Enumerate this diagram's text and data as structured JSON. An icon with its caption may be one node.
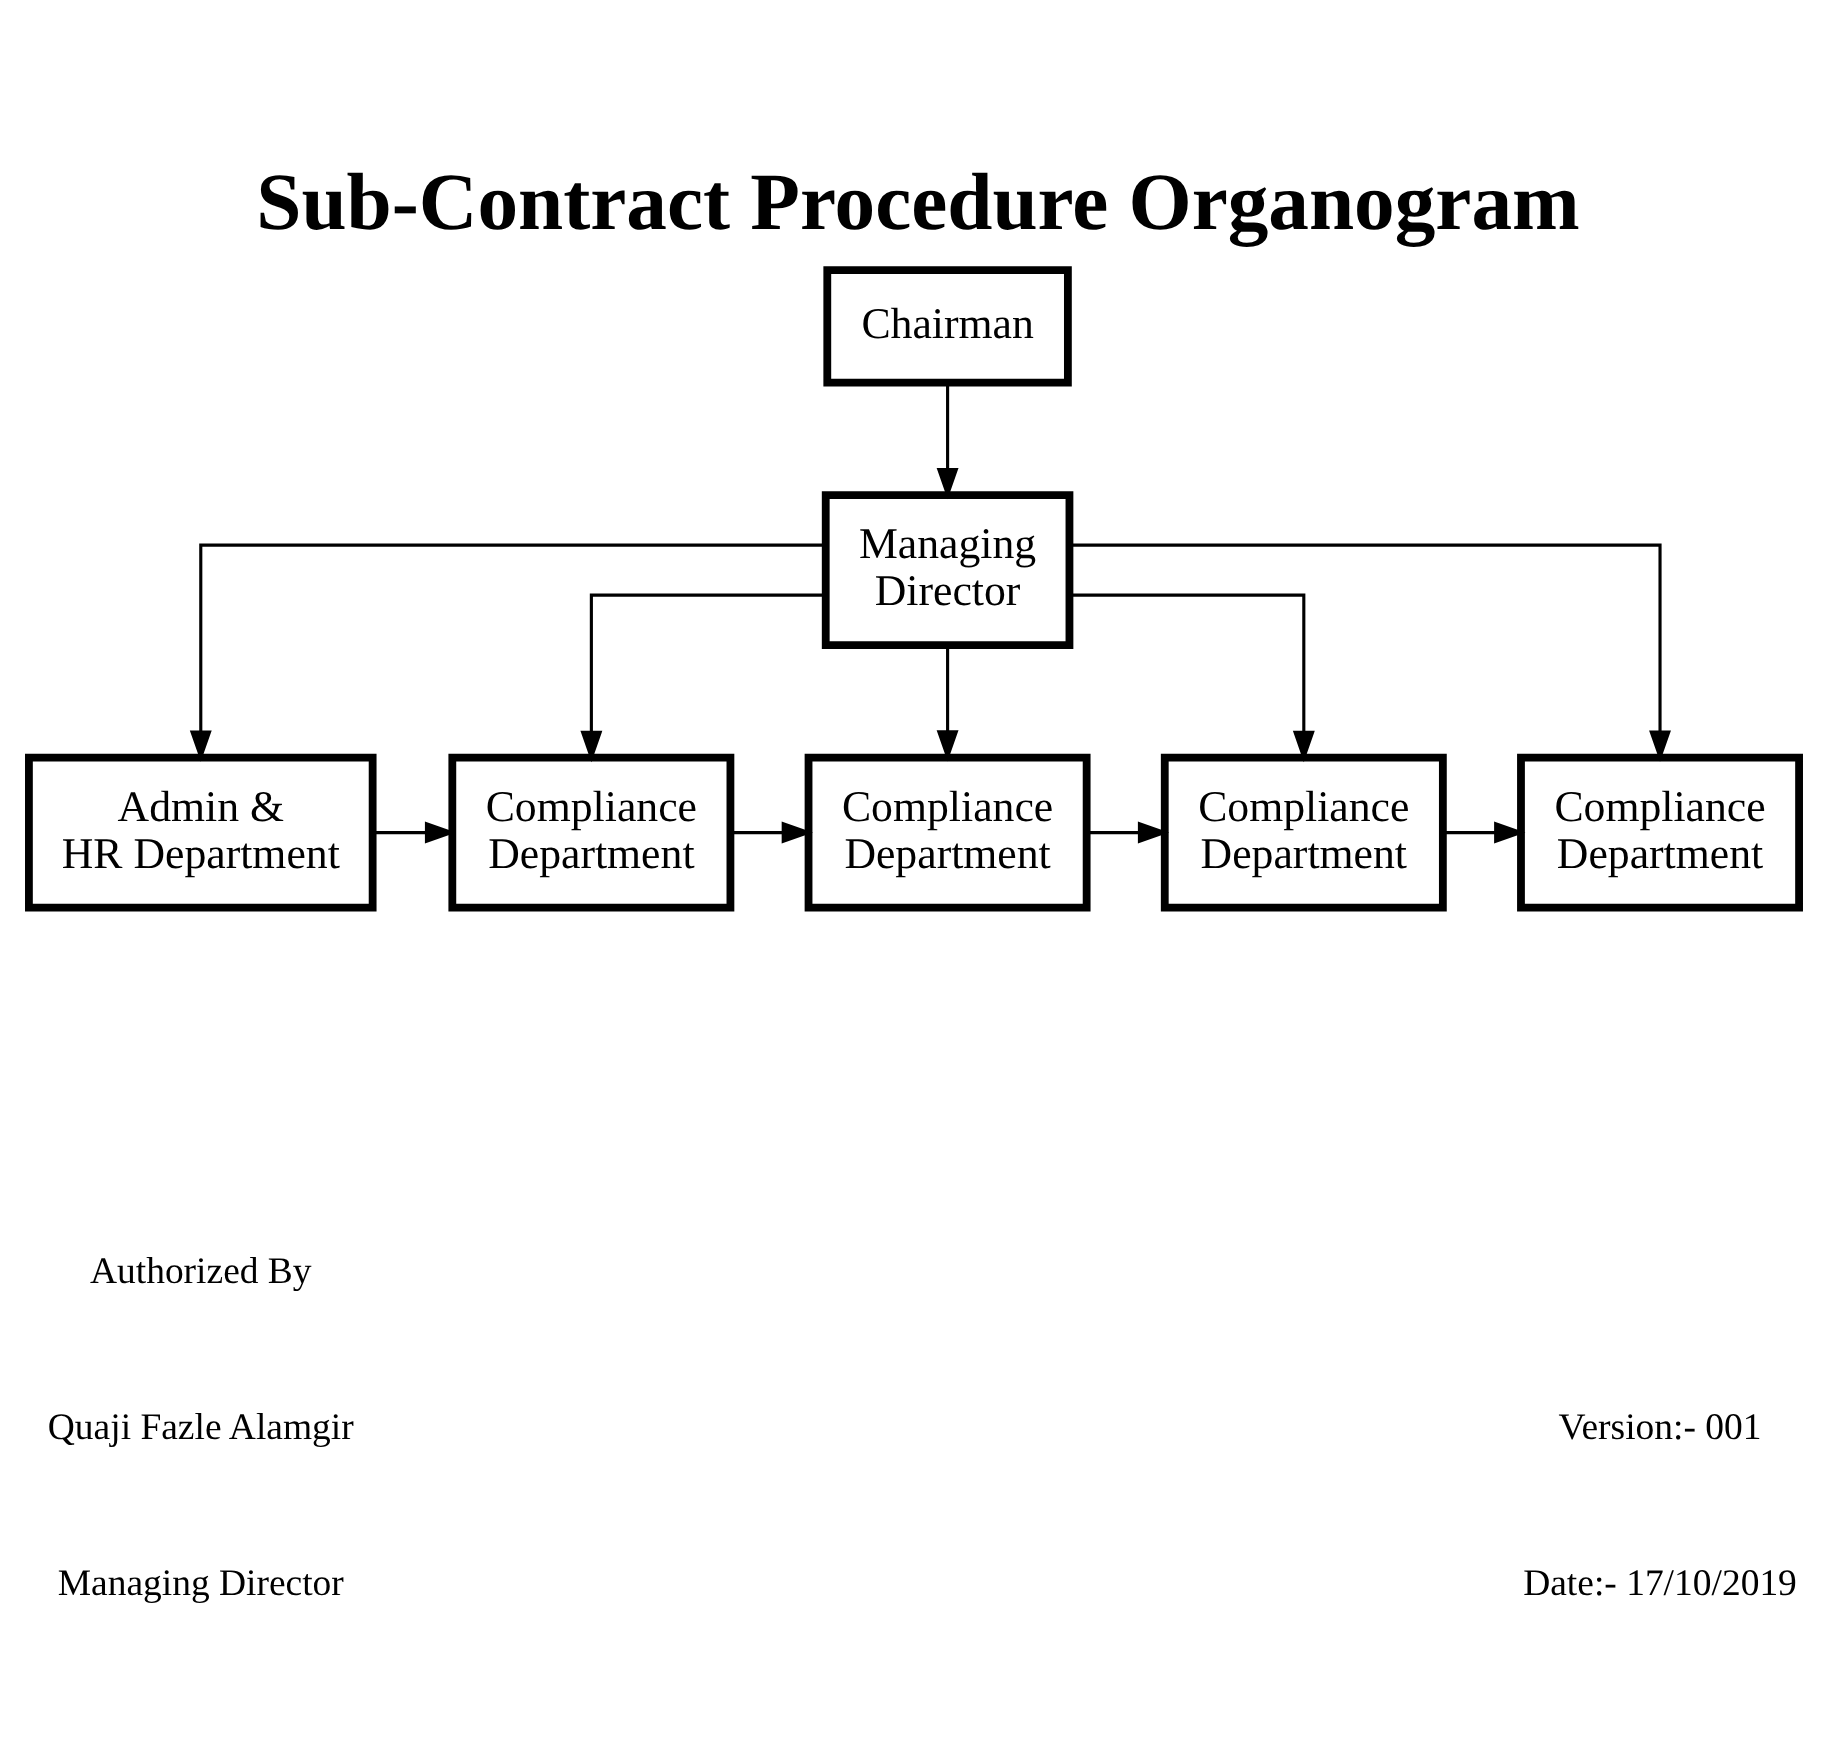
{
  "diagram": {
    "title": "Sub-Contract Procedure Organogram",
    "nodes": [
      {
        "text": [
          "Chairman"
        ]
      },
      {
        "text": [
          "Managing Director"
        ]
      },
      {
        "text": [
          "Admin & HR Department"
        ]
      },
      {
        "text": [
          "Compliance Department"
        ]
      },
      {
        "text": [
          "Compliance Department"
        ]
      },
      {
        "text": [
          "Compliance Department"
        ]
      },
      {
        "text": [
          "Compliance Department"
        ]
      }
    ],
    "edges": [
      {
        "from": 0,
        "to": 1,
        "arrow": "to"
      },
      {
        "from": 1,
        "to": 2,
        "arrow": "to"
      },
      {
        "from": 1,
        "to": 3,
        "arrow": "to"
      },
      {
        "from": 1,
        "to": 4,
        "arrow": "to"
      },
      {
        "from": 1,
        "to": 5,
        "arrow": "to"
      },
      {
        "from": 1,
        "to": 6,
        "arrow": "to"
      },
      {
        "from": 2,
        "to": 3,
        "arrow": "to"
      },
      {
        "from": 3,
        "to": 4,
        "arrow": "to"
      },
      {
        "from": 4,
        "to": 5,
        "arrow": "to"
      },
      {
        "from": 5,
        "to": 6,
        "arrow": "to"
      }
    ],
    "labels": [
      "Authorized By",
      "Quaji Fazle Alamgir",
      "Managing Director",
      "Version:- 001",
      "Date:- 17/10/2019"
    ]
  }
}
